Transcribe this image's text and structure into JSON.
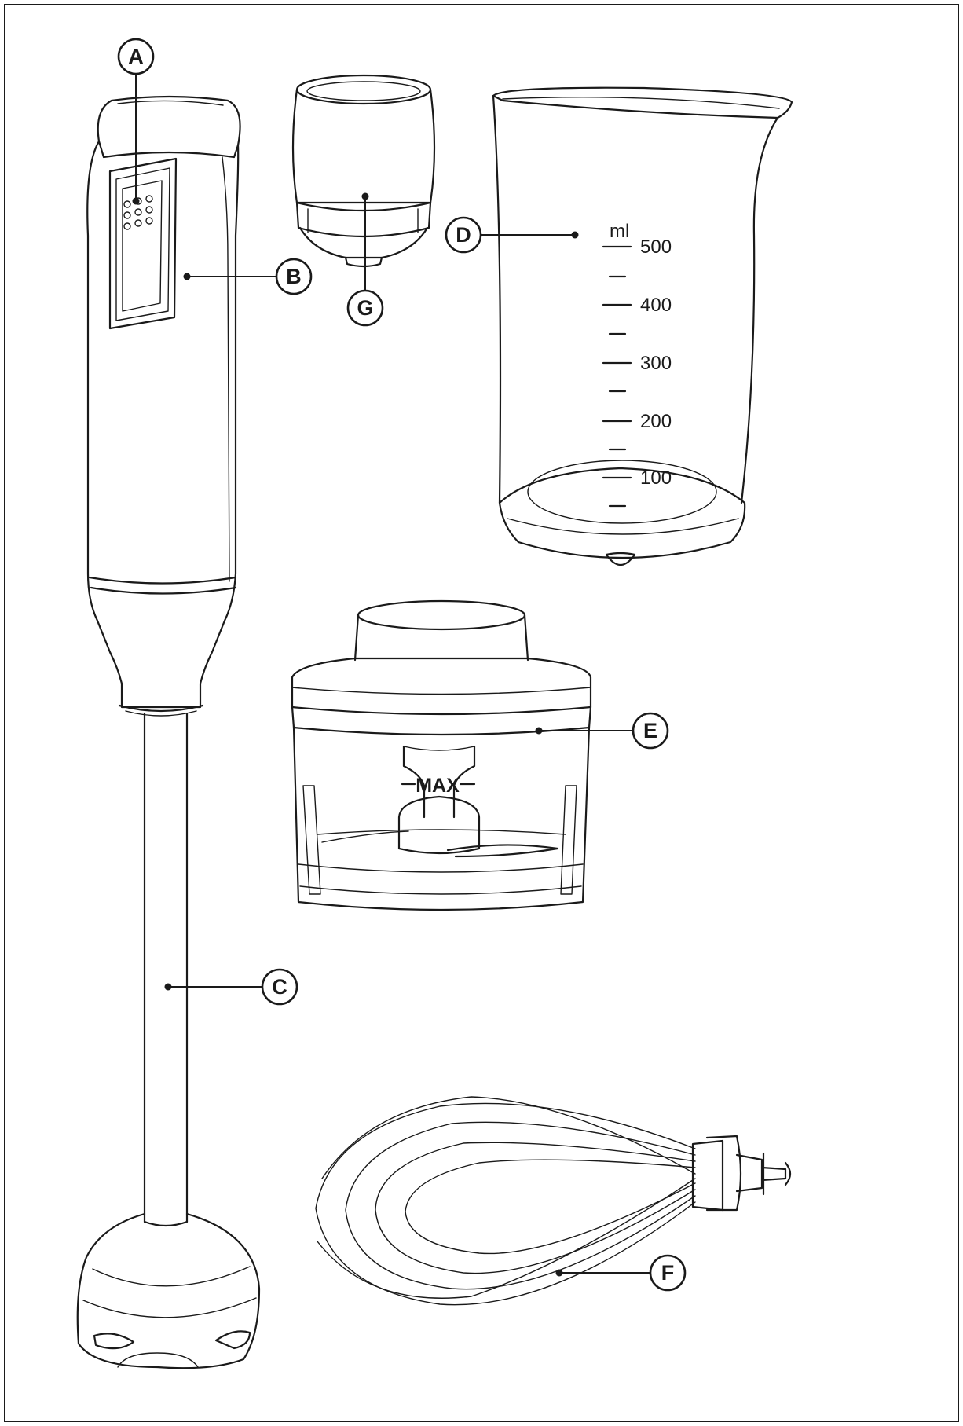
{
  "labels": {
    "a": "A",
    "b": "B",
    "c": "C",
    "d": "D",
    "e": "E",
    "f": "F",
    "g": "G"
  },
  "beaker": {
    "unit": "ml",
    "marks": [
      "500",
      "400",
      "300",
      "200",
      "100"
    ]
  },
  "chopper": {
    "max_label": "MAX"
  },
  "colors": {
    "line": "#1a1a1a",
    "background": "#ffffff"
  }
}
